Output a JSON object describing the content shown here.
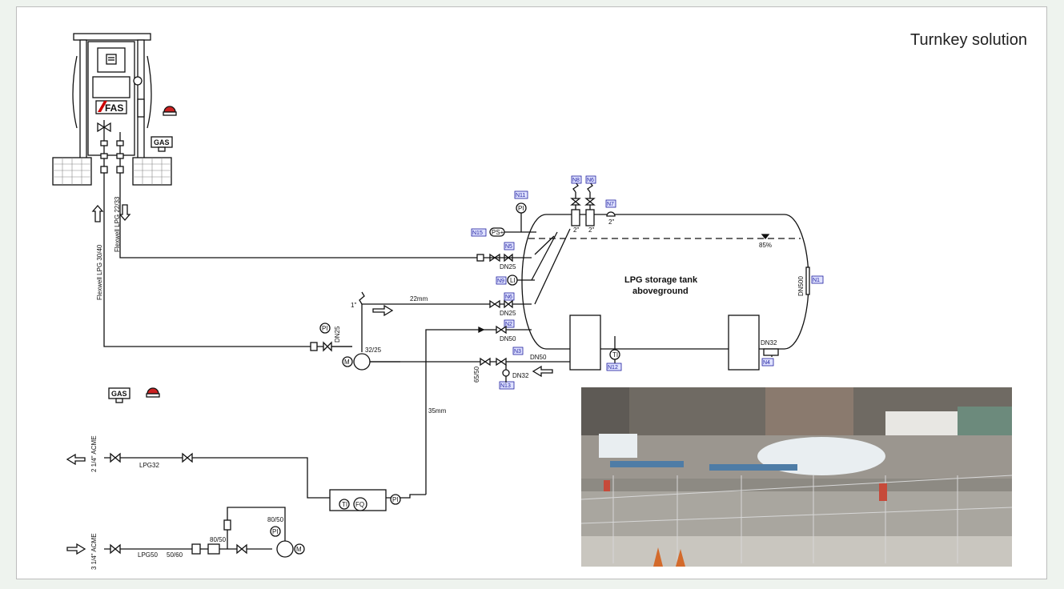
{
  "header": {
    "title": "Turnkey solution"
  },
  "tank": {
    "title_line1": "LPG storage tank",
    "title_line2": "aboveground",
    "fill_level": "85%"
  },
  "lines": {
    "flexwell_supply": "Flexwell LPG 30/40",
    "flexwell_return": "Flexwell LPG 22/33",
    "line_22mm": "22mm",
    "line_35mm": "35mm"
  },
  "sizes": {
    "dn25_a": "DN25",
    "dn25_b": "DN25",
    "dn25_c": "DN25",
    "dn50_a": "DN50",
    "dn50_b": "DN50",
    "dn32_a": "DN32",
    "dn32_b": "DN32",
    "dn500": "DN500",
    "one_inch": "1\"",
    "two_inch_a": "2\"",
    "two_inch_b": "2\"",
    "two_inch_c": "2\"",
    "r32_25": "32/25",
    "r65_50": "65/50",
    "r80_50_a": "80/50",
    "r80_50_b": "80/50",
    "r50_60": "50/60"
  },
  "connections": {
    "acme_2": "2 1/4\" ACME",
    "acme_3": "3 1/4\" ACME",
    "lpg32": "LPG32",
    "lpg50": "LPG50"
  },
  "nozzles": [
    "N1",
    "N2",
    "N3",
    "N4",
    "N5",
    "N6",
    "N7",
    "N8",
    "N9",
    "N11",
    "N12",
    "N13",
    "N15"
  ],
  "instruments": {
    "pi": "PI",
    "ps": "PS+",
    "ti": "TI",
    "li": "LI",
    "fq": "FQ",
    "m": "M",
    "gas": "GAS"
  },
  "dispenser": {
    "logo": "FAS"
  },
  "colors": {
    "accent": "#1d1d9e",
    "frame": "#bdbdbd",
    "background": "#eef3ee"
  },
  "icons": [
    "dispenser-icon",
    "gas-detector-icon",
    "alarm-beacon-icon",
    "pump-icon",
    "valve-icon",
    "arrow-icon"
  ]
}
